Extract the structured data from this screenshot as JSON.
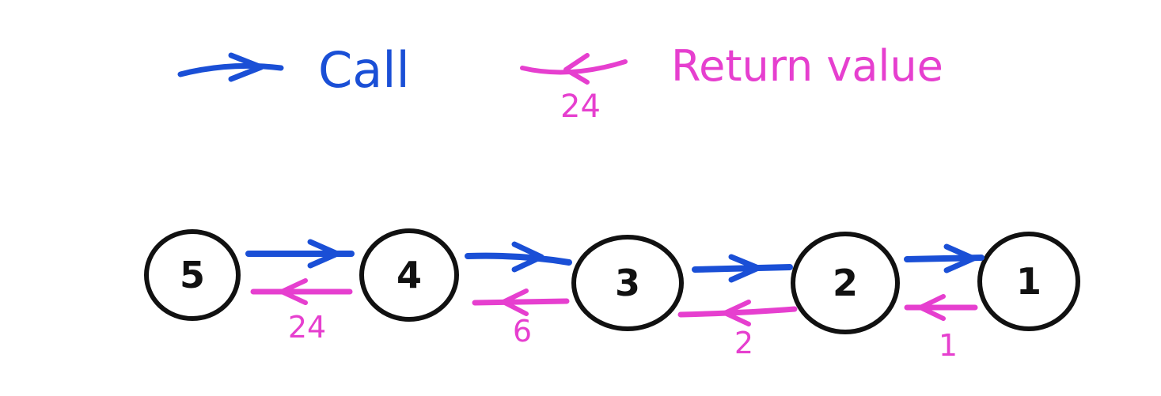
{
  "colors": {
    "call": "#1a4fd6",
    "return": "#e63fcf",
    "node": "#111111",
    "background": "#ffffff"
  },
  "legend": {
    "call_label": "Call",
    "return_label": "Return value",
    "return_example_value": "24"
  },
  "nodes": [
    {
      "label": "5"
    },
    {
      "label": "4"
    },
    {
      "label": "3"
    },
    {
      "label": "2"
    },
    {
      "label": "1"
    }
  ],
  "calls": [
    {
      "from": "5",
      "to": "4"
    },
    {
      "from": "4",
      "to": "3"
    },
    {
      "from": "3",
      "to": "2"
    },
    {
      "from": "2",
      "to": "1"
    }
  ],
  "returns": [
    {
      "from": "4",
      "to": "5",
      "value": "24"
    },
    {
      "from": "3",
      "to": "4",
      "value": "6"
    },
    {
      "from": "2",
      "to": "3",
      "value": "2"
    },
    {
      "from": "1",
      "to": "2",
      "value": "1"
    }
  ]
}
